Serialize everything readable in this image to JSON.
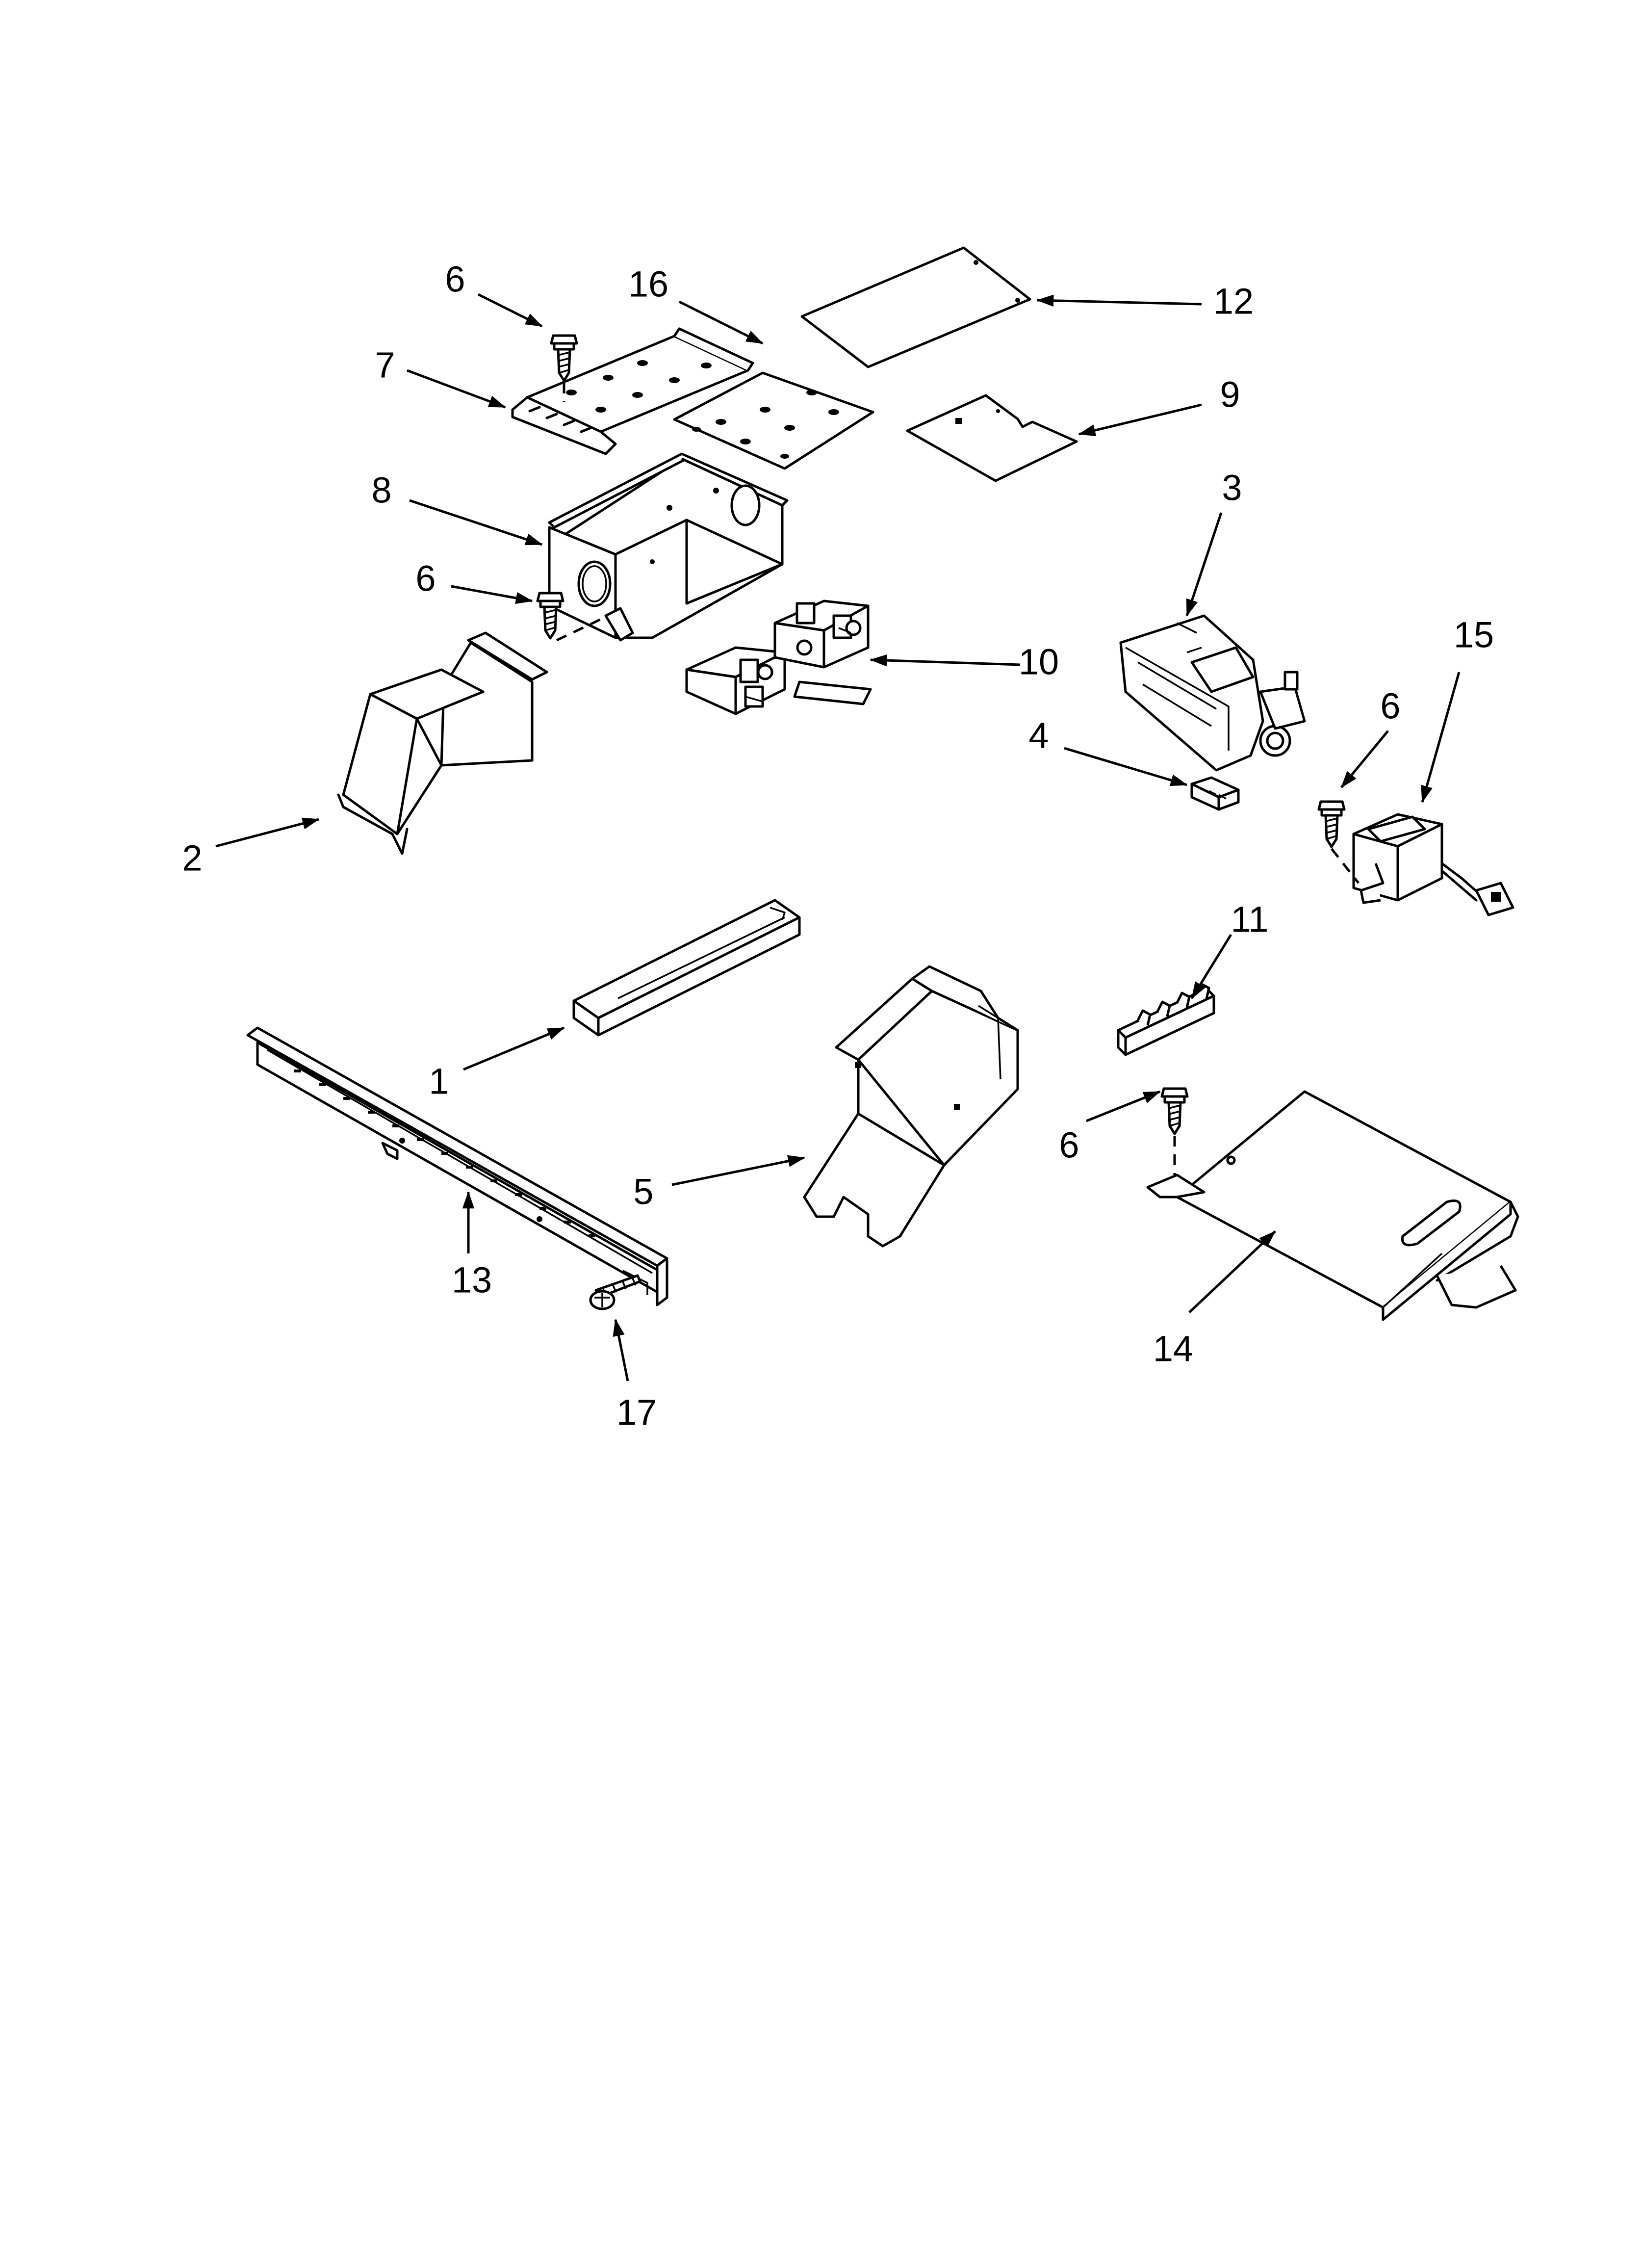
{
  "diagram": {
    "type": "exploded-parts-view",
    "callouts": [
      {
        "id": "c1",
        "label": "1",
        "part": "part-1-channel"
      },
      {
        "id": "c2",
        "label": "2",
        "part": "part-2-duct-cover"
      },
      {
        "id": "c3",
        "label": "3",
        "part": "part-3-switch-assembly"
      },
      {
        "id": "c4",
        "label": "4",
        "part": "part-4-connector"
      },
      {
        "id": "c5",
        "label": "5",
        "part": "part-5-bracket"
      },
      {
        "id": "c6a",
        "label": "6",
        "part": "part-6-screw-top"
      },
      {
        "id": "c6b",
        "label": "6",
        "part": "part-6-screw-box"
      },
      {
        "id": "c6c",
        "label": "6",
        "part": "part-6-screw-transformer"
      },
      {
        "id": "c6d",
        "label": "6",
        "part": "part-6-screw-shelf"
      },
      {
        "id": "c7",
        "label": "7",
        "part": "part-7-mount-plate"
      },
      {
        "id": "c8",
        "label": "8",
        "part": "part-8-terminal-box"
      },
      {
        "id": "c9",
        "label": "9",
        "part": "part-9-insulator"
      },
      {
        "id": "c10",
        "label": "10",
        "part": "part-10-terminal-block"
      },
      {
        "id": "c11",
        "label": "11",
        "part": "part-11-wire-clip"
      },
      {
        "id": "c12",
        "label": "12",
        "part": "part-12-cover-plate"
      },
      {
        "id": "c13",
        "label": "13",
        "part": "part-13-rail"
      },
      {
        "id": "c14",
        "label": "14",
        "part": "part-14-shelf-bracket"
      },
      {
        "id": "c15",
        "label": "15",
        "part": "part-15-transformer"
      },
      {
        "id": "c16",
        "label": "16",
        "part": "part-16-plate"
      },
      {
        "id": "c17",
        "label": "17",
        "part": "part-17-screw"
      }
    ]
  }
}
